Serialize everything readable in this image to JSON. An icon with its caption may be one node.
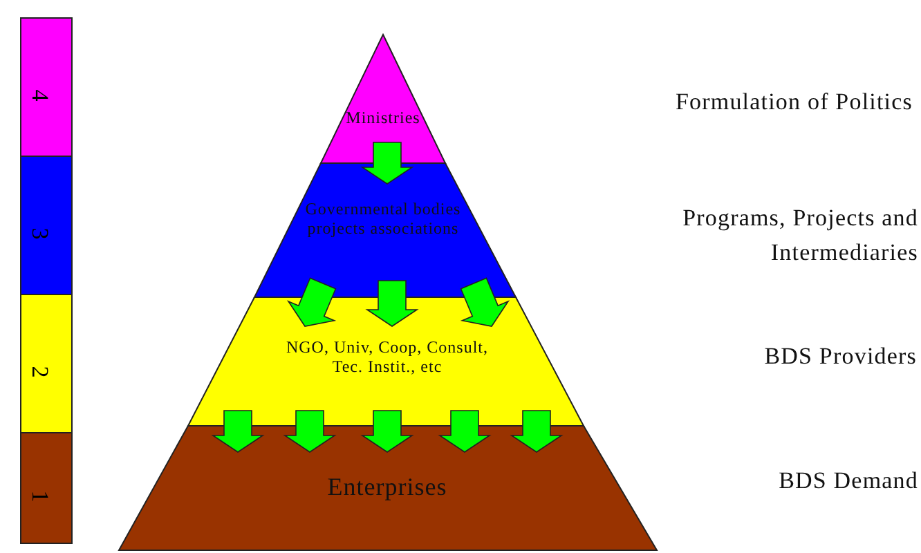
{
  "diagram": {
    "nodes": [
      {
        "text": [
          "Ministries"
        ]
      },
      {
        "text": [
          "Governmental bodies projects associations"
        ]
      },
      {
        "text": [
          "NGO, Univ, Coop, Consult, Tec. Instit., etc"
        ]
      },
      {
        "text": [
          "Enterprises"
        ]
      },
      {
        "text": [
          "4"
        ]
      },
      {
        "text": [
          "3"
        ]
      },
      {
        "text": [
          "2"
        ]
      },
      {
        "text": [
          "1"
        ]
      }
    ],
    "edges": [
      {
        "from": 0,
        "to": 1,
        "arrow": "to"
      },
      {
        "from": 1,
        "to": 2,
        "arrow": "to"
      },
      {
        "from": 1,
        "to": 2,
        "arrow": "to"
      },
      {
        "from": 1,
        "to": 2,
        "arrow": "to"
      },
      {
        "from": 2,
        "to": 3,
        "arrow": "to"
      },
      {
        "from": 2,
        "to": 3,
        "arrow": "to"
      },
      {
        "from": 2,
        "to": 3,
        "arrow": "to"
      },
      {
        "from": 2,
        "to": 3,
        "arrow": "to"
      },
      {
        "from": 2,
        "to": 3,
        "arrow": "to"
      }
    ],
    "labels": [
      "Formulation of Politics",
      "Programs, Projects and Intermediaries",
      "BDS Providers",
      "BDS Demand"
    ]
  }
}
